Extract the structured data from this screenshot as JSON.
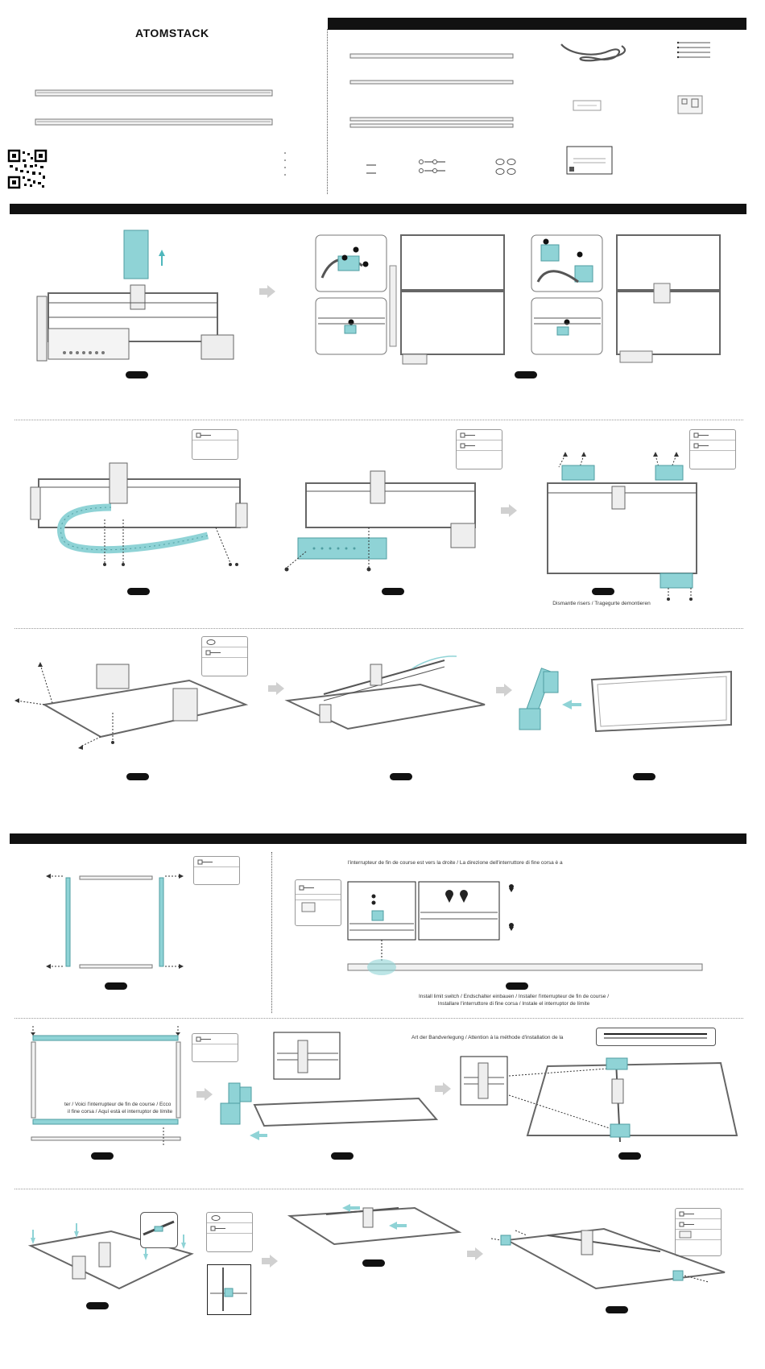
{
  "brand": {
    "logo_text": "ATOMSTACK"
  },
  "colors": {
    "accent_teal": "#8fd3d6",
    "band_black": "#111111"
  },
  "step_captions": {
    "dismantle_risers": "Dismantle risers / Tragegurte demontieren",
    "limit_switch_direction": "l'interrupteur de fin de course est vers la droite / La direzione dell'interruttore di fine corsa è a",
    "install_limit_switch_line1": "Install limit switch / Endschalter einbauen / Installer l'interrupteur de fin de course /",
    "install_limit_switch_line2": "Installare l'interruttore di fine corsa / Instale el interruptor de límite",
    "limit_switch_here_line1": "ter / Voici l'interrupteur de fin de course / Ecco",
    "limit_switch_here_line2": "il fine corsa / Aquí está el interruptor de límite",
    "belt_attention": "Art der Bandverlegung / Attention à la méthode d'installation de la"
  }
}
